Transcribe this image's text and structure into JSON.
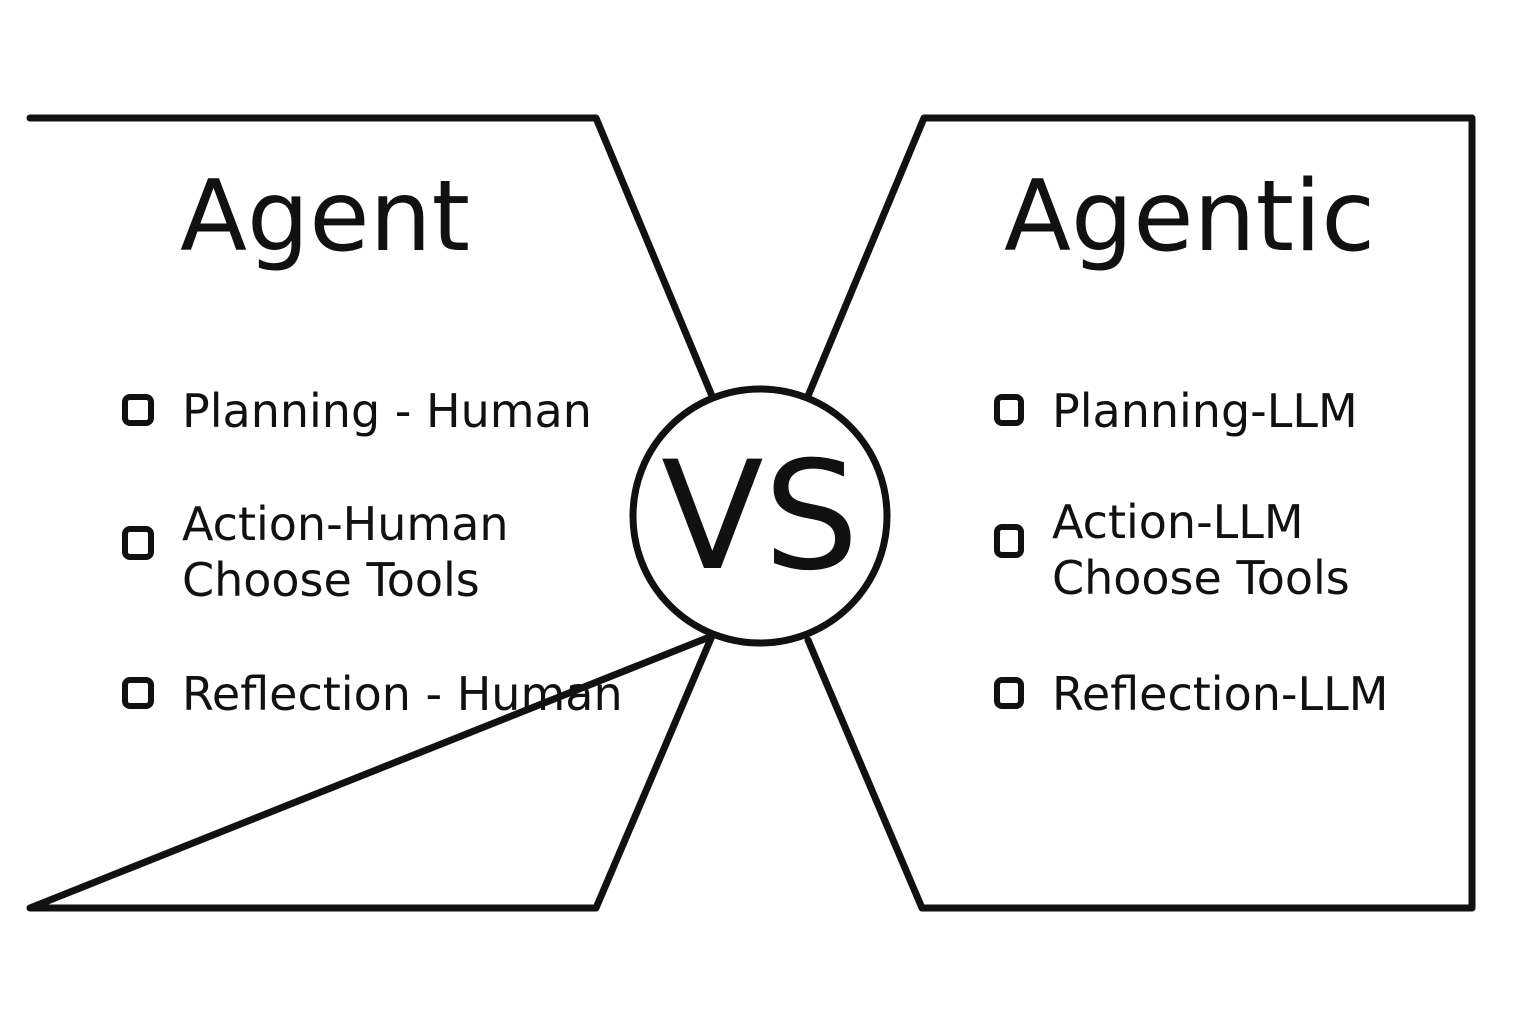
{
  "colors": {
    "ink": "#111111",
    "paper": "#ffffff"
  },
  "left": {
    "title": "Agent",
    "items": [
      {
        "lines": [
          "Planning - Human"
        ]
      },
      {
        "lines": [
          "Action-Human",
          "Choose Tools"
        ]
      },
      {
        "lines": [
          "Reflection - Human"
        ]
      }
    ]
  },
  "center": {
    "label": "VS"
  },
  "right": {
    "title": "Agentic",
    "items": [
      {
        "lines": [
          "Planning-LLM"
        ]
      },
      {
        "lines": [
          "Action-LLM",
          "Choose Tools"
        ]
      },
      {
        "lines": [
          "Reflection-LLM"
        ]
      }
    ]
  }
}
